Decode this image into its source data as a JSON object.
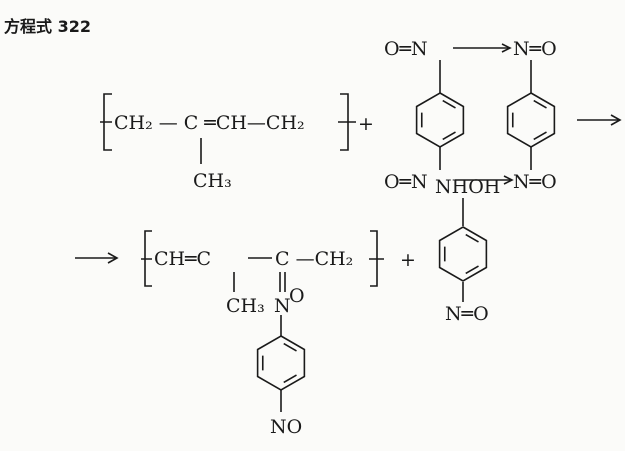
{
  "title": "方程式 322",
  "reactant_polymer": {
    "unit": "CH₂ — C ═CH—CH₂",
    "methyl": "CH₃"
  },
  "plus": "+",
  "dimer": {
    "top_left": "O═N",
    "top_right": "N═O",
    "bottom_left": "O═N",
    "bottom_right": "N═O"
  },
  "product_polymer": {
    "unit_left": "CH═C",
    "unit_right": "C —CH₂",
    "methyl": "CH₃",
    "n_label": "N",
    "o_label": "O",
    "bottom": "NO"
  },
  "byproduct": {
    "top": "NHOH",
    "bottom": "N═O"
  }
}
